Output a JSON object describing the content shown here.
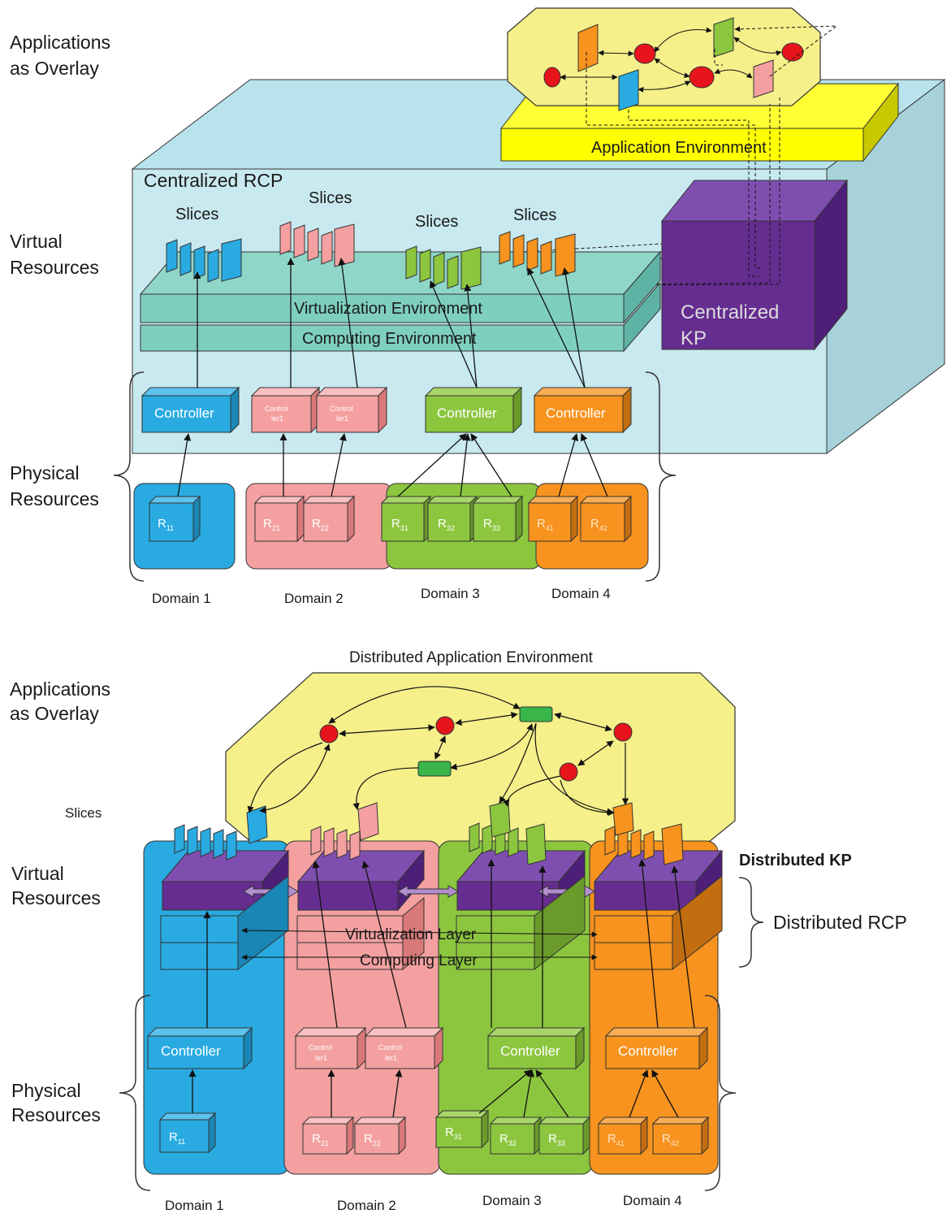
{
  "side_labels": {
    "applications_line1": "Applications",
    "applications_line2": "as Overlay",
    "virtual_line1": "Virtual",
    "virtual_line2": "Resources",
    "physical_line1": "Physical",
    "physical_line2": "Resources"
  },
  "top": {
    "application_environment": "Application Environment",
    "centralized_rcp": "Centralized  RCP",
    "slices": [
      "Slices",
      "Slices",
      "Slices",
      "Slices"
    ],
    "virtualization_environment": "Virtualization Environment",
    "computing_environment": "Computing Environment",
    "kp_line1": "Centralized",
    "kp_line2": "KP",
    "controllers": [
      "Controller",
      "Control\nler1",
      "Control\nler1",
      "Controller",
      "Controller"
    ],
    "resources": [
      {
        "base": "R",
        "sub": "11"
      },
      {
        "base": "R",
        "sub": "21"
      },
      {
        "base": "R",
        "sub": "22"
      },
      {
        "base": "R",
        "sub": "31"
      },
      {
        "base": "R",
        "sub": "32"
      },
      {
        "base": "R",
        "sub": "33"
      },
      {
        "base": "R",
        "sub": "41"
      },
      {
        "base": "R",
        "sub": "42"
      }
    ],
    "domains": [
      "Domain 1",
      "Domain 2",
      "Domain 3",
      "Domain 4"
    ]
  },
  "bottom": {
    "distributed_app_env": "Distributed Application Environment",
    "slices": "Slices",
    "distributed_kp": "Distributed KP",
    "distributed_rcp": "Distributed  RCP",
    "virtualization_layer": "Virtualization Layer",
    "computing_layer": "Computing Layer",
    "controllers": [
      "Controller",
      "Control\nler1",
      "Control\nler1",
      "Controller",
      "Controller"
    ],
    "domains": [
      "Domain 1",
      "Domain 2",
      "Domain 3",
      "Domain 4"
    ]
  },
  "colors": {
    "blue": "#29abe2",
    "pink": "#f4a0a0",
    "green": "#8cc63f",
    "orange": "#f7931e",
    "purple": "#662d91",
    "yellow": "#ffff00",
    "overlay": "#f5f08a",
    "rcp_box": "#c9e9f0",
    "teal": "#7fcfc0",
    "red": "#e8141b"
  }
}
